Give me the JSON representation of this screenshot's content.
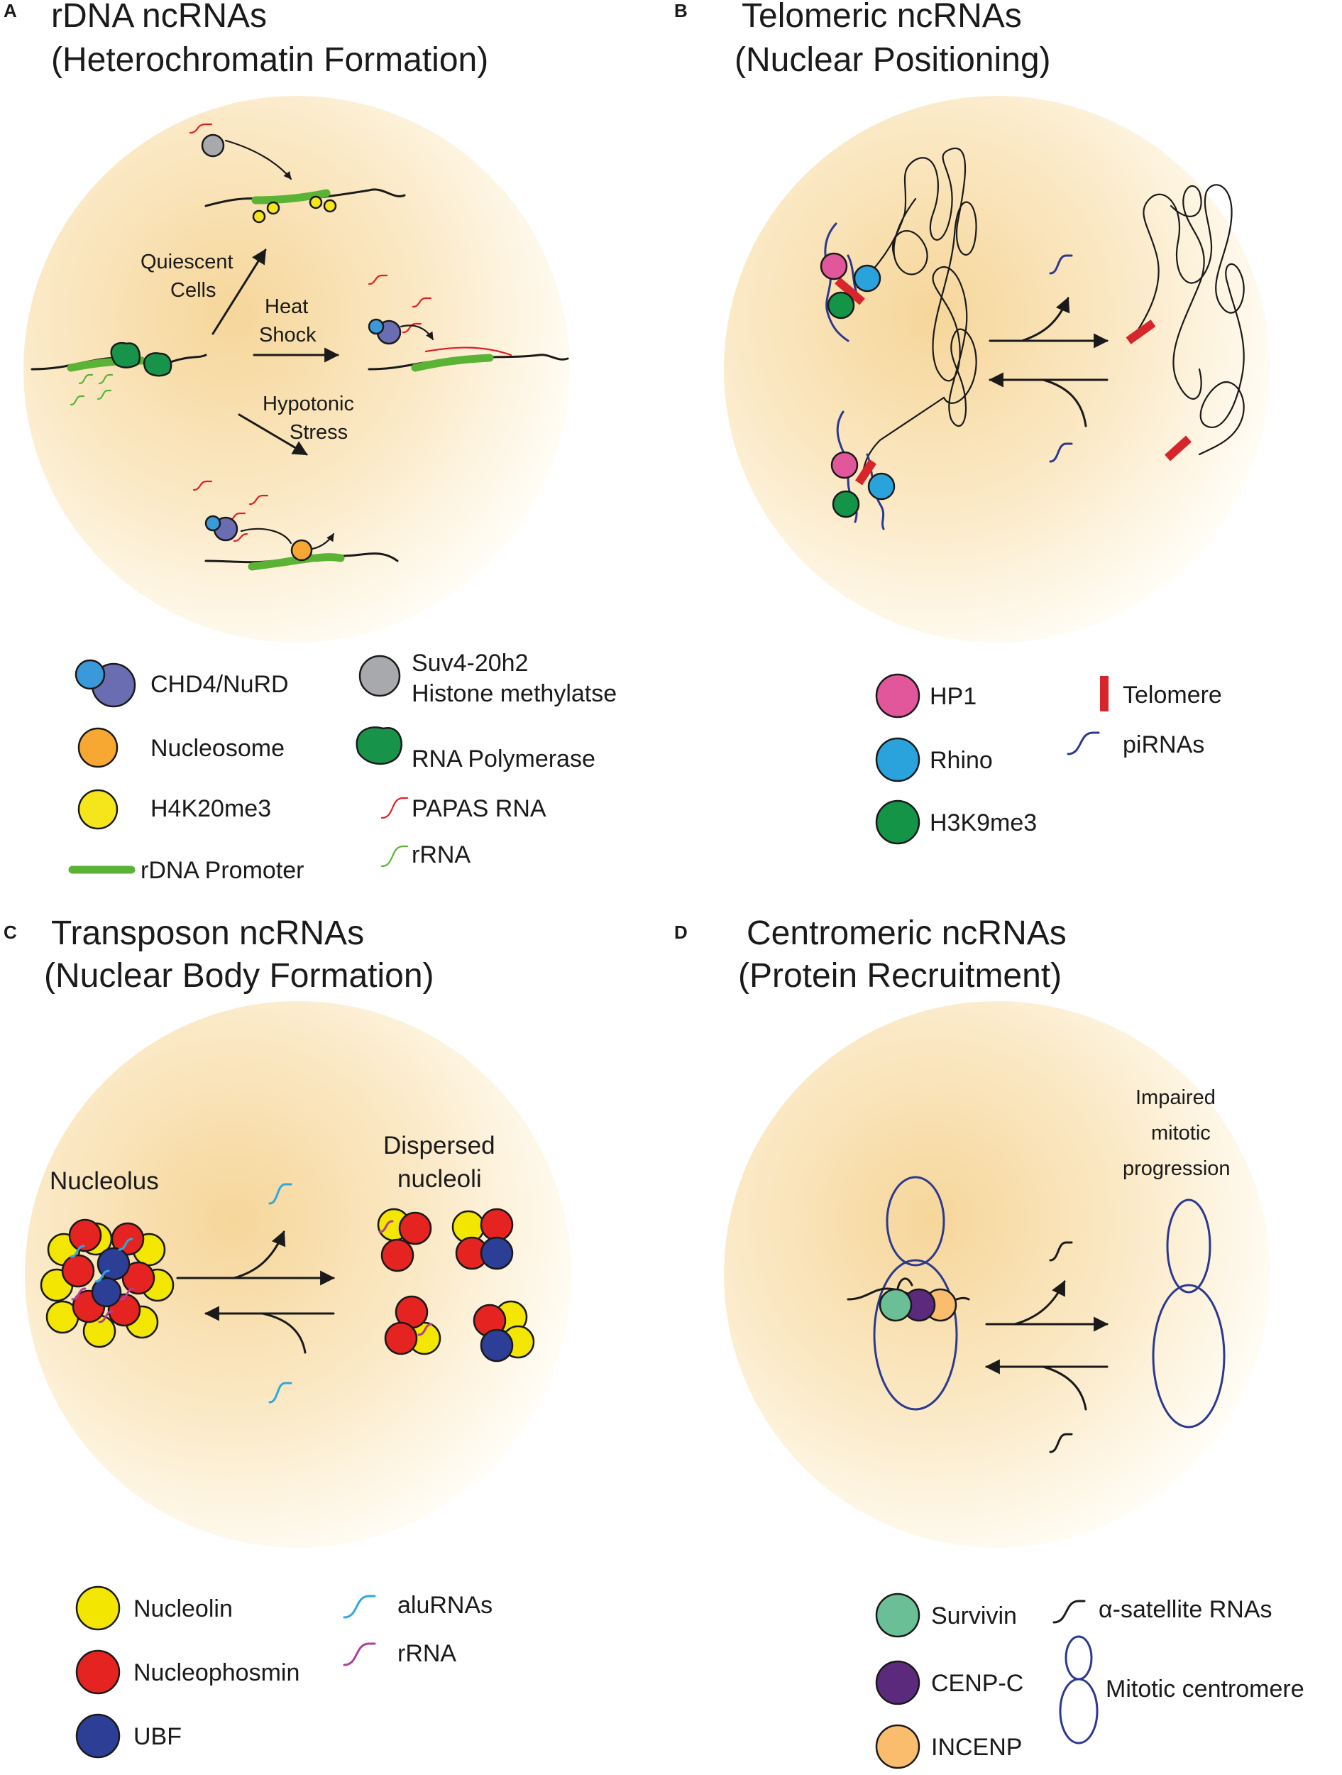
{
  "colors": {
    "nucleus_center": "#f6d79a",
    "nucleus_edge": "#fffdf6",
    "promoter_green": "#5bb335",
    "papas_red": "#e02026",
    "pirna_blue": "#2b3990",
    "alu_blue": "#2fa7df",
    "rrna_purple": "#b13e97",
    "telomere_red": "#d7262b",
    "chd4_light": "#3a9ad9",
    "nurd_purple": "#6b6db3",
    "nucleosome_orange": "#f7a833",
    "h4k20me3_yellow": "#f5e61b",
    "suv_gray": "#a7a9ac",
    "polymerase_green": "#18944a",
    "hp1_pink": "#e2579b",
    "rhino_blue": "#2aa3dd",
    "h3k9me3_green": "#139447",
    "nucleolin_yellow": "#f3e600",
    "nucleophosmin_red": "#e52421",
    "ubf_navy": "#2d3e96",
    "survivin_teal": "#6bbf96",
    "cenpc_purple": "#5b2a7d",
    "incenp_orange": "#f9bd6d"
  },
  "panel_a": {
    "label": "A",
    "title_line1": "rDNA ncRNAs",
    "title_line2": "(Heterochromatin Formation)",
    "quiescent_line1": "Quiescent",
    "quiescent_line2": "Cells",
    "heat_line1": "Heat",
    "heat_line2": "Shock",
    "hypotonic_line1": "Hypotonic",
    "hypotonic_line2": "Stress",
    "legend": {
      "chd4": "CHD4/NuRD",
      "nucleosome": "Nucleosome",
      "h4k20me3": "H4K20me3",
      "promoter": "rDNA Promoter",
      "suv_line1": "Suv4-20h2",
      "suv_line2": "Histone methylatse",
      "polymerase": "RNA Polymerase",
      "papas": "PAPAS RNA",
      "rrna": "rRNA"
    }
  },
  "panel_b": {
    "label": "B",
    "title_line1": "Telomeric ncRNAs",
    "title_line2": "(Nuclear Positioning)",
    "legend": {
      "hp1": "HP1",
      "rhino": "Rhino",
      "h3k9me3": "H3K9me3",
      "telomere": "Telomere",
      "pirnas": "piRNAs"
    }
  },
  "panel_c": {
    "label": "C",
    "title_line1": "Transposon ncRNAs",
    "title_line2": "(Nuclear Body Formation)",
    "nucleolus": "Nucleolus",
    "dispersed_line1": "Dispersed",
    "dispersed_line2": "nucleoli",
    "legend": {
      "nucleolin": "Nucleolin",
      "nucleophosmin": "Nucleophosmin",
      "ubf": "UBF",
      "alurnas": "aluRNAs",
      "rrna": "rRNA"
    }
  },
  "panel_d": {
    "label": "D",
    "title_line1": "Centromeric ncRNAs",
    "title_line2": "(Protein Recruitment)",
    "impaired_line1": "Impaired",
    "impaired_line2": "mitotic",
    "impaired_line3": "progression",
    "legend": {
      "survivin": "Survivin",
      "cenpc": "CENP-C",
      "incenp": "INCENP",
      "alpha_sat": "α-satellite RNAs",
      "mitotic_centromere": "Mitotic centromere"
    }
  }
}
